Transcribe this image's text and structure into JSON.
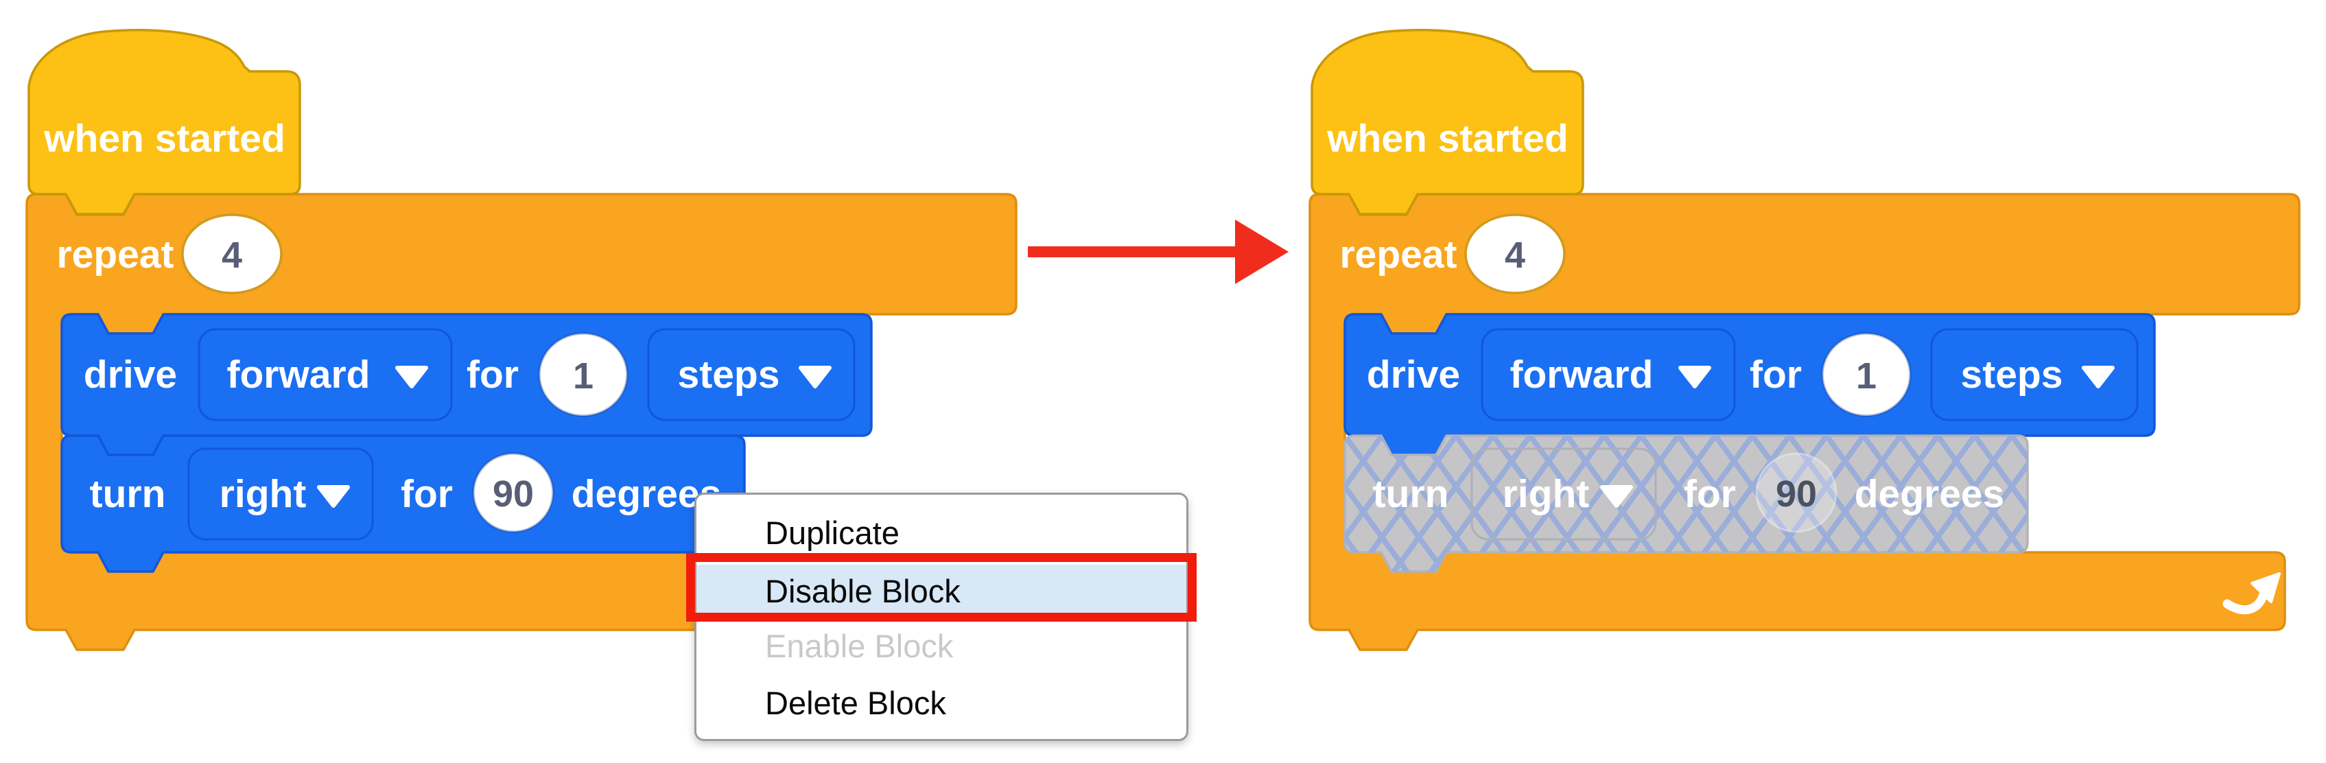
{
  "blocks": {
    "hat_label": "when started",
    "repeat": {
      "label": "repeat",
      "count": "4"
    },
    "drive": {
      "verb": "drive",
      "direction": "forward",
      "for_word": "for",
      "distance": "1",
      "unit": "steps"
    },
    "turn": {
      "verb": "turn",
      "direction": "right",
      "for_word": "for",
      "angle": "90",
      "unit": "degrees"
    }
  },
  "context_menu": {
    "items": [
      "Duplicate",
      "Disable Block",
      "Enable Block",
      "Delete Block"
    ],
    "highlighted_item": "Disable Block",
    "disabled_item": "Enable Block"
  },
  "icons": {
    "dropdown_caret": "▾",
    "loop_arrow": "curved-arrow-up-right",
    "transformation_arrow": "red-right-arrow"
  },
  "colors": {
    "hat_fill": "#FCC114",
    "hat_stroke": "#C9980A",
    "c_block_fill": "#F9A51F",
    "c_block_stroke": "#DE8F10",
    "command_fill": "#1B6FF2",
    "command_stroke": "#1257D9",
    "disabled_fill": "#C5C5C8",
    "disabled_hatch": "#97ABDB",
    "number_text": "#575E75",
    "menu_highlight_bg": "#D8E8F7",
    "annotation_red": "#F11C0C",
    "arrow_red": "#F02D1D"
  }
}
